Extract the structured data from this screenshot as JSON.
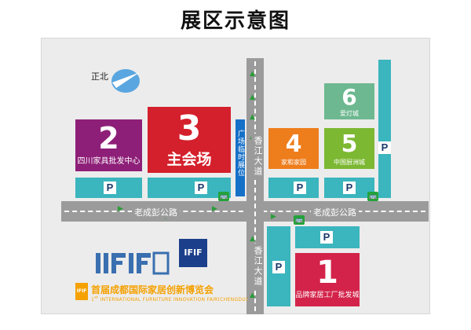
{
  "title": "展区示意图",
  "compass_label": "正北",
  "halls": {
    "h1": {
      "number": "1",
      "caption": "品牌家居工厂批发城",
      "color": "#d3234a"
    },
    "h2": {
      "number": "2",
      "caption": "四川家具批发中心",
      "color": "#8e1f78"
    },
    "h3": {
      "number": "3",
      "caption": "主会场",
      "color": "#d4202c"
    },
    "h4": {
      "number": "4",
      "caption": "家和家园",
      "color": "#ee7d1c"
    },
    "h5": {
      "number": "5",
      "caption": "中国厨洲城",
      "color": "#7cb832"
    },
    "h6": {
      "number": "6",
      "caption": "爱灯城",
      "color": "#6db890"
    }
  },
  "temp_hall": {
    "label": "广场临时展位",
    "color": "#1570c8"
  },
  "roads": {
    "horizontal": "老成彭公路",
    "vertical": "香江大道"
  },
  "parking_symbol": "P",
  "parking_color": "#3bb5be",
  "logo": {
    "badge": "IFIF",
    "name_cn": "首届成都国际家居创新博览会",
    "name_en_prefix": "1",
    "name_en_sup": "st",
    "name_en": "INTERNATIONAL FURNITURE INNOVATION FAIR(CHENGDU)"
  }
}
